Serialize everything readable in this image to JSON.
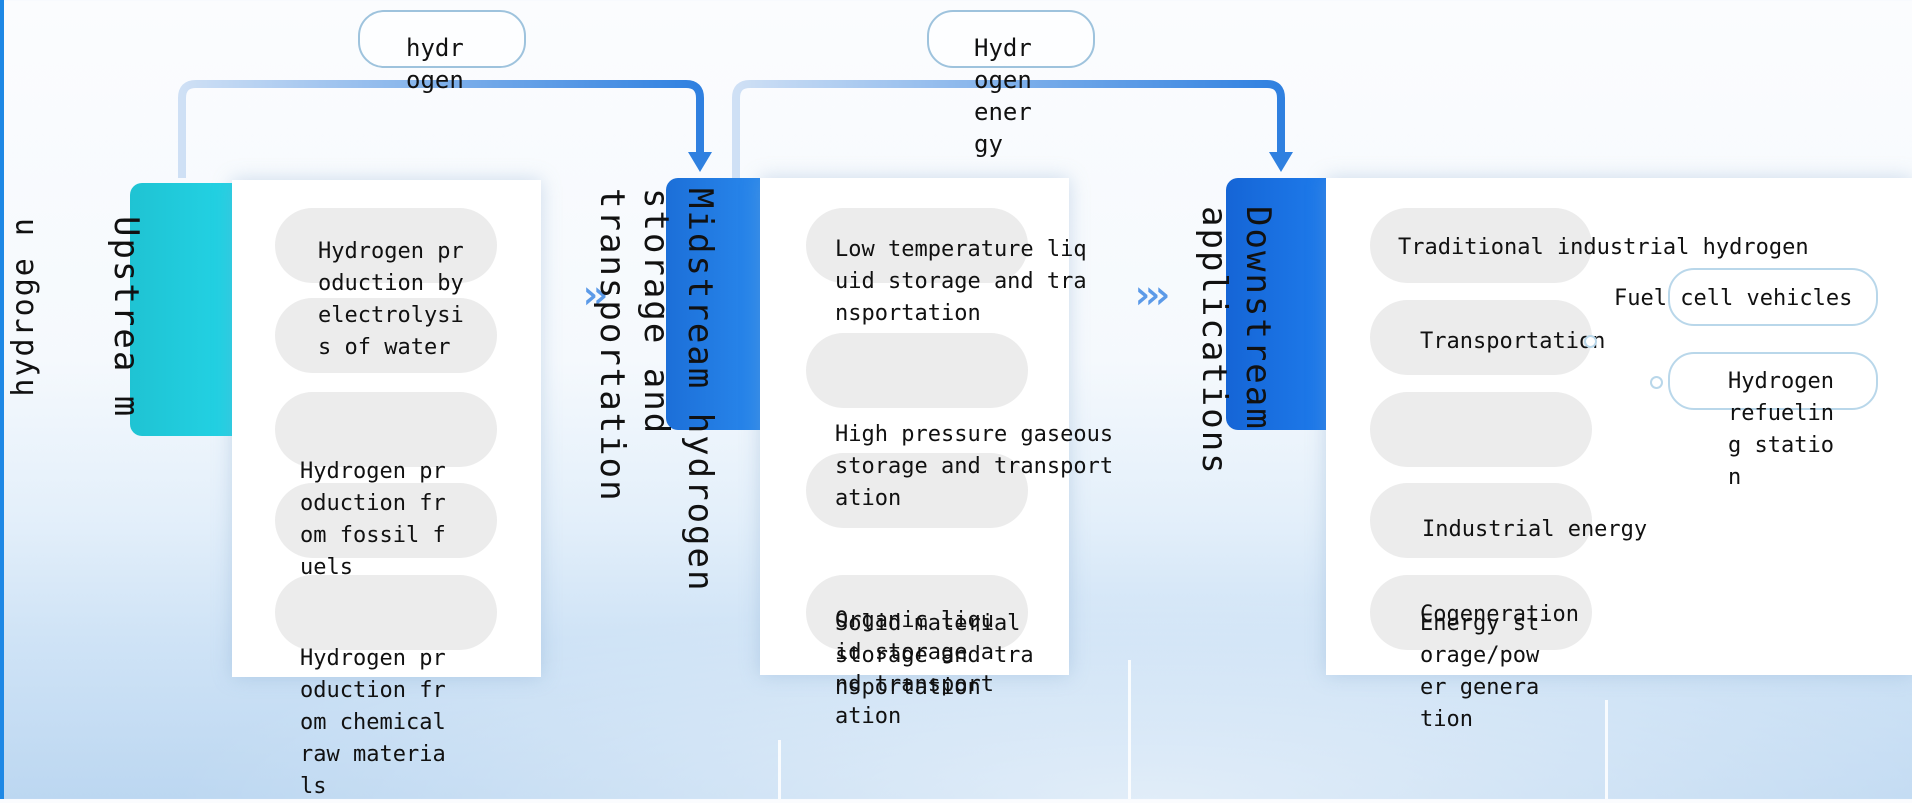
{
  "labels": {
    "hydrogen_top": "hydr\nogen",
    "hydrogen_energy_top": "Hydr\nogen\nener\ngy",
    "hydrogen_side": "hydroge\nn"
  },
  "stages": {
    "upstream": {
      "title": "Upstrea\nm"
    },
    "midstream": {
      "title": "Midstream hydrogen\nstorage and\ntransportation"
    },
    "downstream": {
      "title": "Downstream\napplications"
    }
  },
  "upstream_items": [
    "Hydrogen production by electrolysis of water",
    "Hydrogen production from fossil fuels",
    "Hydrogen production from chemical raw materials"
  ],
  "midstream_items": [
    "Low temperature liquid storage and transportation",
    "High pressure gaseous storage and transportation",
    "Organic liquid storage and transportation",
    "Solid material storage and transportation"
  ],
  "downstream_items": [
    "Traditional industrial hydrogen",
    "Transportation",
    "Industrial energy",
    "Cogeneration",
    "Energy storage/power generation"
  ],
  "transportation_branches": [
    "Fuel cell vehicles",
    "Hydrogen refueling station"
  ],
  "colors": {
    "upstream_tab": "#23d4e6",
    "midstream_tab": "#2b8cf0",
    "downstream_tab": "#1f7ded",
    "connector": "#3a86e0"
  }
}
